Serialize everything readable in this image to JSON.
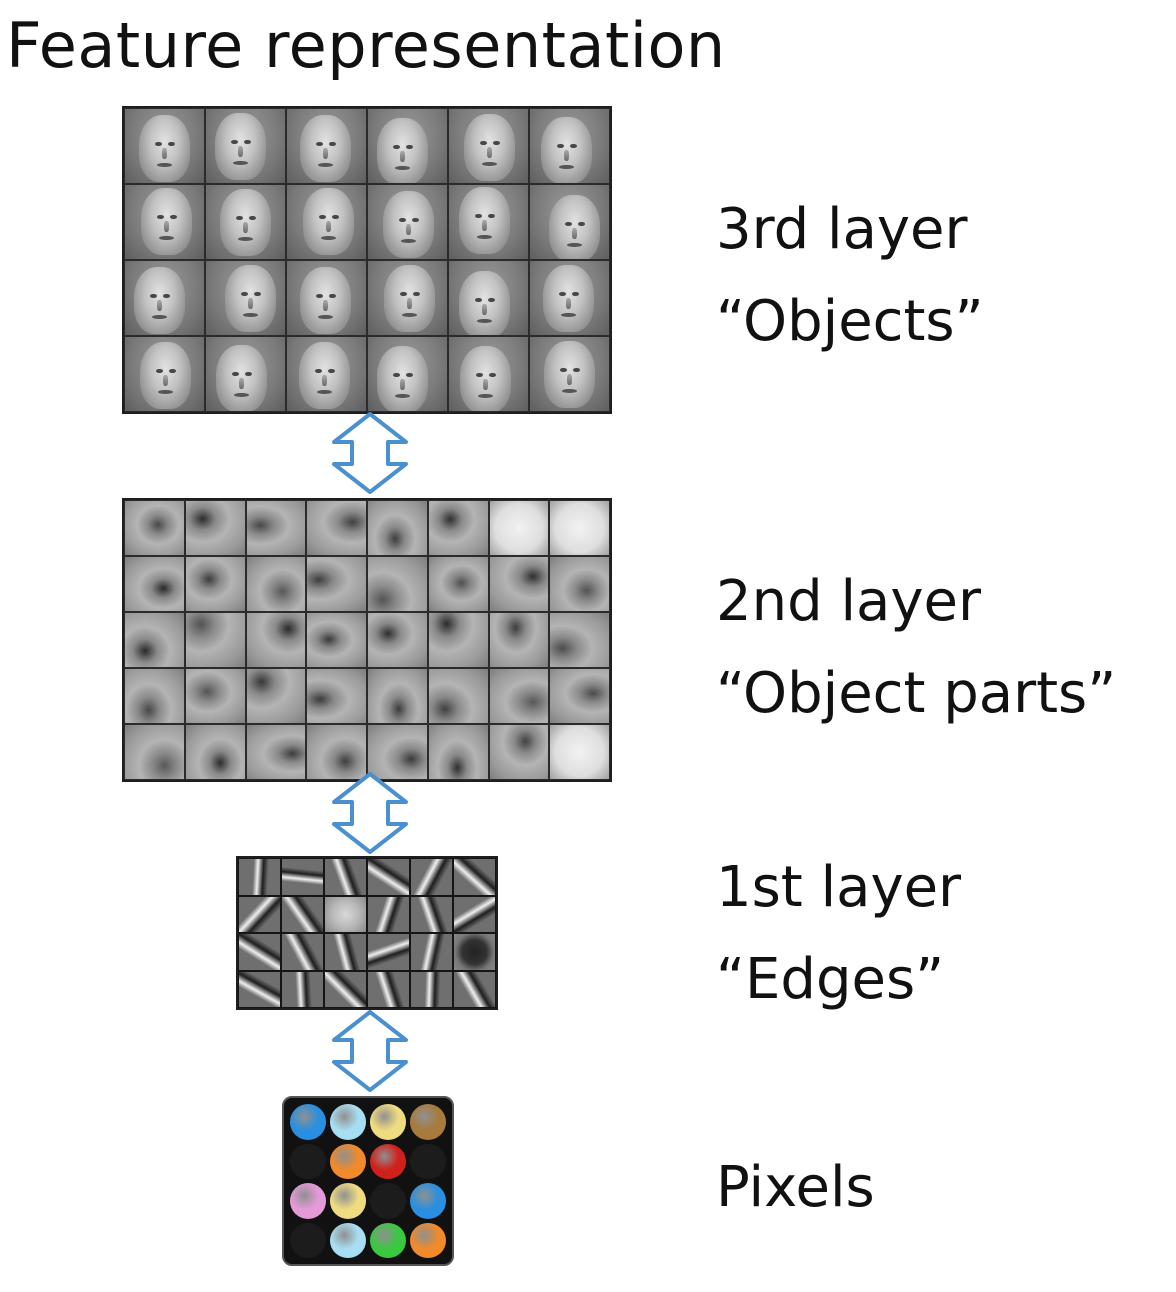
{
  "title": "Feature representation",
  "layers": [
    {
      "id": "layer3",
      "name": "3rd layer",
      "description": "“Objects”"
    },
    {
      "id": "layer2",
      "name": "2nd layer",
      "description": "“Object parts”"
    },
    {
      "id": "layer1",
      "name": "1st layer",
      "description": "“Edges”"
    },
    {
      "id": "layer0",
      "name": "Pixels"
    }
  ],
  "colors": {
    "arrow_stroke": "#4a90d0",
    "pixels": [
      "#2a8fe0",
      "#a8def2",
      "#f0dc80",
      "#a87a3c",
      "#1a1a1a",
      "#f08a2a",
      "#d0201c",
      "#1a1a1a",
      "#e59ad8",
      "#f0dc80",
      "#1a1a1a",
      "#2a8fe0",
      "#1a1a1a",
      "#a8def2",
      "#3ac840",
      "#f08a2a"
    ]
  },
  "icons": {
    "arrow": "double-headed-vertical-arrow-icon",
    "faces": "face-filter-icon",
    "parts": "object-part-filter-icon",
    "edges": "edge-filter-icon",
    "pixel": "pixel-dot-icon"
  }
}
